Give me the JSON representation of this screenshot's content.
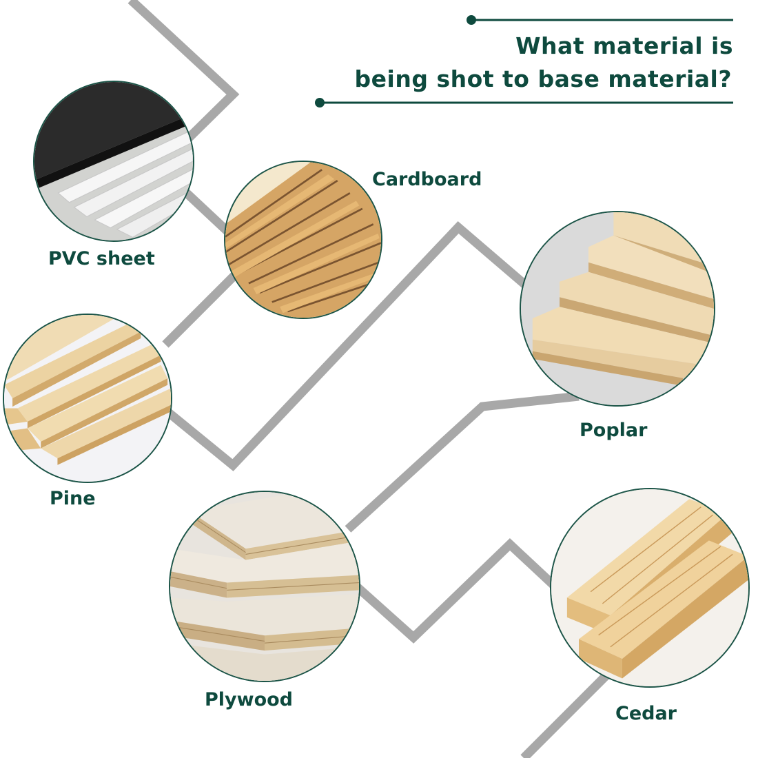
{
  "heading": {
    "line1": "What material is",
    "line2": "being shot to base material?"
  },
  "materials": [
    {
      "label": "PVC sheet",
      "icon": "pvc-sheet-photo"
    },
    {
      "label": "Cardboard",
      "icon": "cardboard-photo"
    },
    {
      "label": "Pine",
      "icon": "pine-boards-photo"
    },
    {
      "label": "Poplar",
      "icon": "poplar-boards-photo"
    },
    {
      "label": "Plywood",
      "icon": "plywood-sheets-photo"
    },
    {
      "label": "Cedar",
      "icon": "cedar-planks-photo"
    }
  ],
  "colors": {
    "text": "#0e4a3e",
    "accent_line": "#0e4a3e",
    "connector_lines": "#a8a8a8",
    "circle_border": "#1b5447"
  }
}
